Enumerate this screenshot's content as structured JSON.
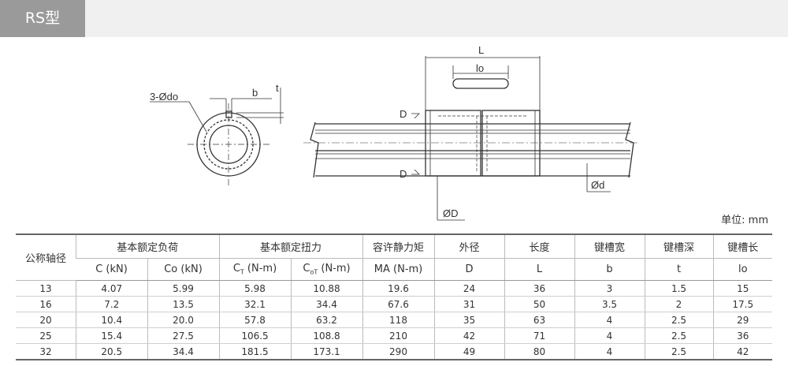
{
  "header": {
    "title": "RS型"
  },
  "drawing": {
    "labels": {
      "holes": "3-Ødo",
      "b": "b",
      "t": "t",
      "L": "L",
      "lo": "lo",
      "D_top": "D",
      "D_bottom": "D",
      "d": "Ød",
      "phiD": "ØD"
    }
  },
  "unit_note": "单位: mm",
  "table": {
    "row_header": "公称轴径",
    "groups": {
      "load": "基本额定负荷",
      "torque": "基本额定扭力",
      "moment": "容许静力矩",
      "od": "外径",
      "length": "长度",
      "key_width": "键槽宽",
      "key_depth": "键槽深",
      "key_length": "键槽长"
    },
    "subheaders": {
      "c": "C (kN)",
      "co": "Co (kN)",
      "ct_main": "C",
      "ct_sub": "T",
      "ct_unit": " (N-m)",
      "cot_main": "C",
      "cot_sub": "oT",
      "cot_unit": " (N-m)",
      "ma": "MA (N-m)",
      "d": "D",
      "l": "L",
      "b": "b",
      "t": "t",
      "lo": "lo"
    },
    "rows": [
      [
        "13",
        "4.07",
        "5.99",
        "5.98",
        "10.88",
        "19.6",
        "24",
        "36",
        "3",
        "1.5",
        "15"
      ],
      [
        "16",
        "7.2",
        "13.5",
        "32.1",
        "34.4",
        "67.6",
        "31",
        "50",
        "3.5",
        "2",
        "17.5"
      ],
      [
        "20",
        "10.4",
        "20.0",
        "57.8",
        "63.2",
        "118",
        "35",
        "63",
        "4",
        "2.5",
        "29"
      ],
      [
        "25",
        "15.4",
        "27.5",
        "106.5",
        "108.8",
        "210",
        "42",
        "71",
        "4",
        "2.5",
        "36"
      ],
      [
        "32",
        "20.5",
        "34.4",
        "181.5",
        "173.1",
        "290",
        "49",
        "80",
        "4",
        "2.5",
        "42"
      ]
    ]
  }
}
